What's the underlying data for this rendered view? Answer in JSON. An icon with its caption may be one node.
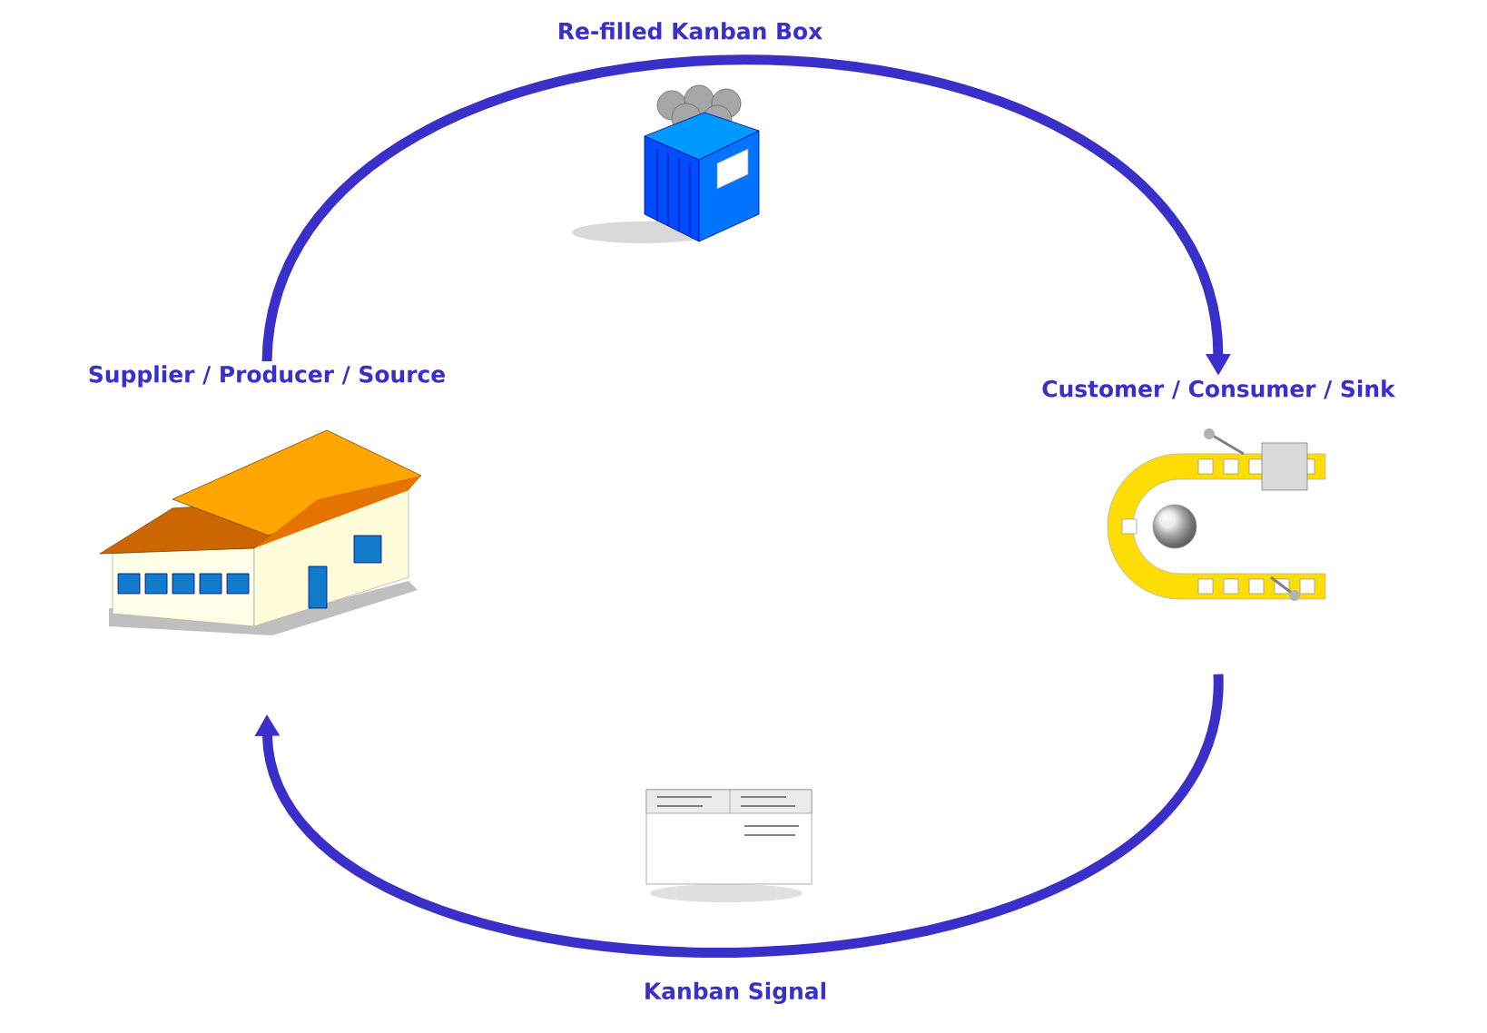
{
  "diagram": {
    "nodes": [
      {
        "text": [
          "Supplier / Producer / Source"
        ]
      },
      {
        "text": [
          "Customer / Consumer / Sink"
        ]
      }
    ],
    "edges": [
      {
        "from": 0,
        "to": 1,
        "arrow": "to",
        "label": "Re-filled Kanban Box"
      },
      {
        "from": 1,
        "to": 0,
        "arrow": "to",
        "label": "Kanban Signal"
      }
    ]
  }
}
